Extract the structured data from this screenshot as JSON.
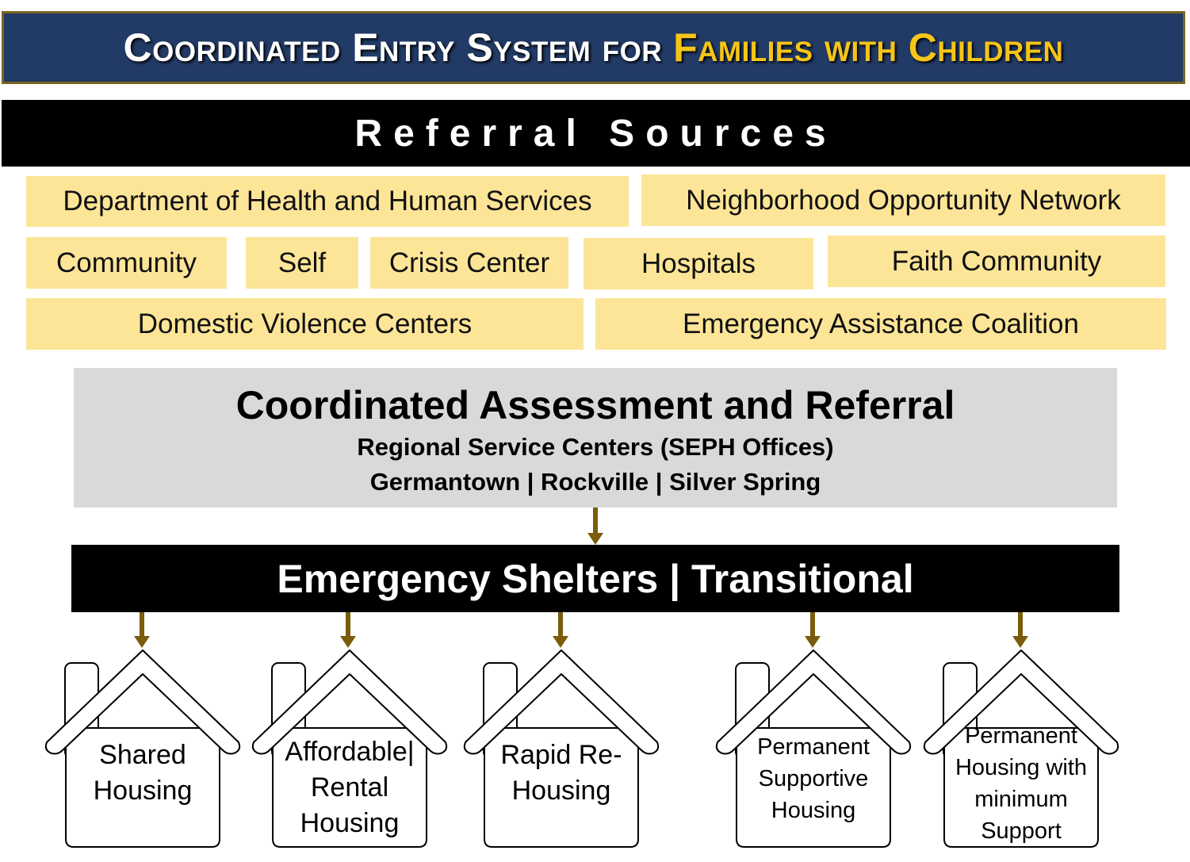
{
  "title": {
    "part1": "Coordinated Entry System for",
    "part2": "Families with Children"
  },
  "referral_header": "Referral Sources",
  "referral_sources": [
    "Department of Health and Human Services",
    "Neighborhood Opportunity Network",
    "Community",
    "Self",
    "Crisis Center",
    "Hospitals",
    "Faith Community",
    "Domestic Violence Centers",
    "Emergency Assistance Coalition"
  ],
  "assessment": {
    "heading": "Coordinated Assessment and Referral",
    "subheading": "Regional Service Centers (SEPH Offices)",
    "locations": "Germantown | Rockville | Silver Spring"
  },
  "shelters": "Emergency Shelters | Transitional",
  "housing_options": [
    {
      "label": "Shared Housing"
    },
    {
      "label": "Affordable| Rental Housing"
    },
    {
      "label": "Rapid Re-Housing"
    },
    {
      "label": "Permanent Supportive Housing"
    },
    {
      "label": "Permanent Housing with minimum Support"
    }
  ],
  "colors": {
    "navy": "#223a66",
    "gold": "#f5c518",
    "source_fill": "#fde598",
    "arrow": "#7a5c0a",
    "gray": "#d9d9d9"
  }
}
